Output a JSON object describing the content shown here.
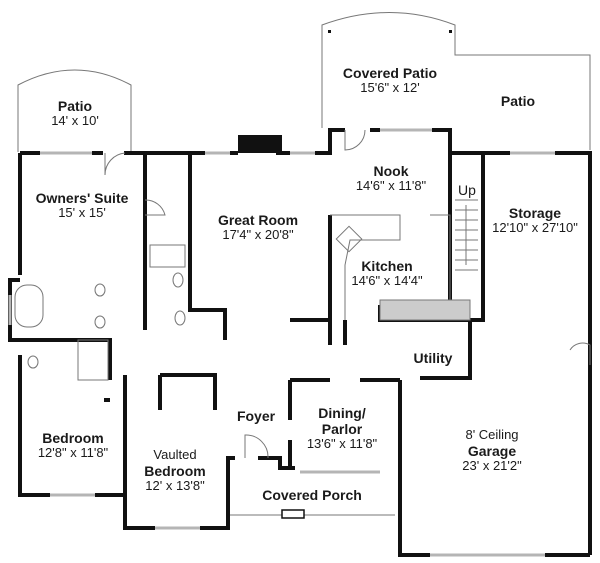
{
  "plan": {
    "rooms": {
      "patio_left": {
        "name": "Patio",
        "dims": "14' x 10'"
      },
      "covered_patio": {
        "name": "Covered Patio",
        "dims": "15'6\" x 12'"
      },
      "patio_right": {
        "name": "Patio"
      },
      "owners_suite": {
        "name": "Owners' Suite",
        "dims": "15' x 15'"
      },
      "great_room": {
        "name": "Great Room",
        "dims": "17'4\" x 20'8\""
      },
      "nook": {
        "name": "Nook",
        "dims": "14'6\" x 11'8\""
      },
      "stairs": {
        "name": "Up"
      },
      "storage": {
        "name": "Storage",
        "dims": "12'10\" x 27'10\""
      },
      "kitchen": {
        "name": "Kitchen",
        "dims": "14'6\" x 14'4\""
      },
      "utility": {
        "name": "Utility"
      },
      "foyer": {
        "name": "Foyer"
      },
      "dining": {
        "name": "Dining/",
        "name2": "Parlor",
        "dims": "13'6\" x 11'8\""
      },
      "bedroom": {
        "name": "Bedroom",
        "dims": "12'8\" x 11'8\""
      },
      "vaulted_bedroom": {
        "prefix": "Vaulted",
        "name": "Bedroom",
        "dims": "12' x 13'8\""
      },
      "garage": {
        "prefix": "8' Ceiling",
        "name": "Garage",
        "dims": "23' x 21'2\""
      },
      "covered_porch": {
        "name": "Covered Porch"
      }
    },
    "colors": {
      "wall": "#111111",
      "window": "#b5b5b5",
      "fixture": "#888888",
      "counter_fill": "#9a9a9a"
    }
  }
}
